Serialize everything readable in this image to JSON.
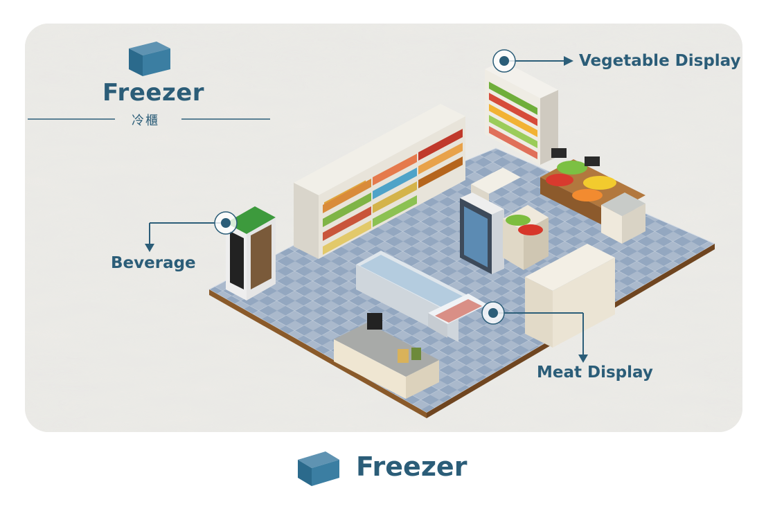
{
  "legend": {
    "title": "Freezer",
    "subtitle": "冷櫃",
    "icon": "box-icon"
  },
  "callouts": {
    "vegetable": "Vegetable Display",
    "beverage": "Beverage",
    "meat": "Meat Display"
  },
  "footer": {
    "title": "Freezer",
    "icon": "box-icon"
  },
  "colors": {
    "accent": "#2b5d78",
    "floor_tile": "#8fa3bd",
    "panel_bg": "#e9e8e4"
  }
}
